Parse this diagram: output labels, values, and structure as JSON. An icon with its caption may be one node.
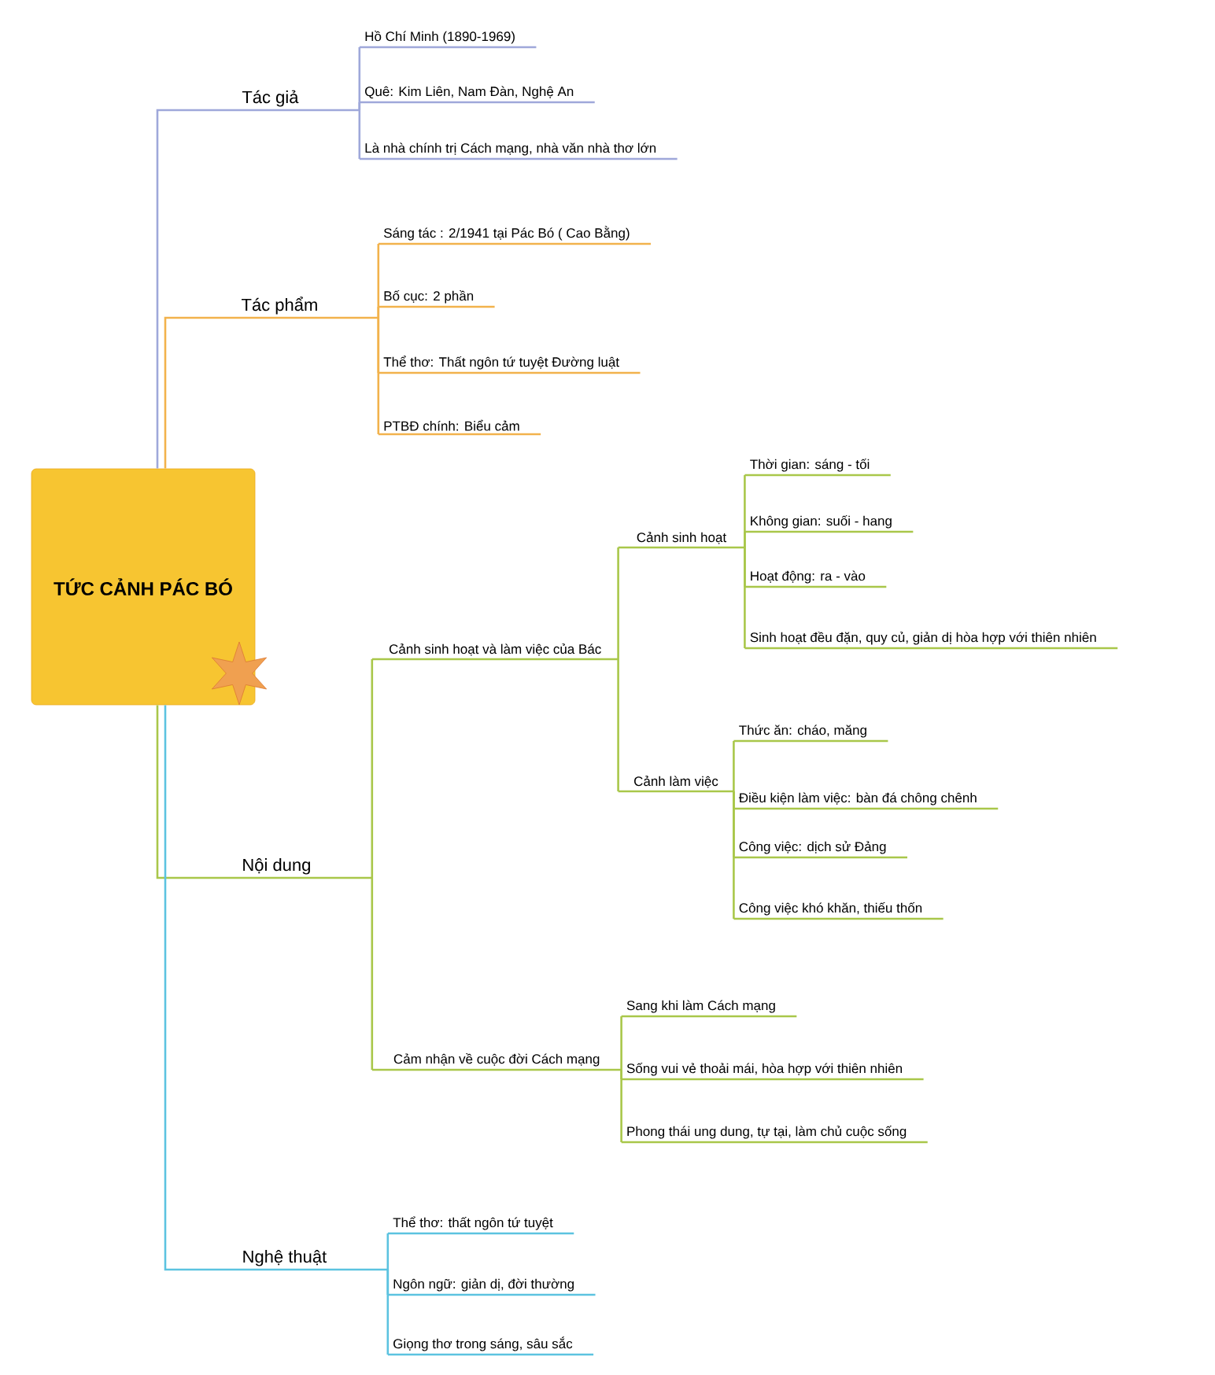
{
  "diagram": {
    "nodes": [
      {
        "text": [
          "TỨC CẢNH PÁC BÓ"
        ]
      },
      {
        "text": [
          "Tác giả"
        ]
      },
      {
        "text": [
          "Hồ Chí Minh (1890-1969)"
        ]
      },
      {
        "text": [
          "Quê: Kim Liên, Nam Đàn, Nghệ An"
        ]
      },
      {
        "text": [
          "Là nhà chính trị Cách mạng, nhà văn nhà thơ lớn"
        ]
      },
      {
        "text": [
          "Tác phẩm"
        ]
      },
      {
        "text": [
          "Sáng tác : 2/1941 tại Pác Bó ( Cao Bằng)"
        ]
      },
      {
        "text": [
          "Bố cục: 2 phần"
        ]
      },
      {
        "text": [
          "Thể thơ: Thất ngôn tứ tuyệt Đường luật"
        ]
      },
      {
        "text": [
          "PTBĐ chính: Biểu cảm"
        ]
      },
      {
        "text": [
          "Nội dung"
        ]
      },
      {
        "text": [
          "Cảnh sinh hoạt và làm việc của Bác"
        ]
      },
      {
        "text": [
          "Cảnh sinh hoạt"
        ]
      },
      {
        "text": [
          "Thời gian: sáng - tối"
        ]
      },
      {
        "text": [
          "Không gian: suối - hang"
        ]
      },
      {
        "text": [
          "Hoạt động: ra - vào"
        ]
      },
      {
        "text": [
          "Sinh hoạt đều đặn, quy củ, giản dị hòa hợp với thiên nhiên"
        ]
      },
      {
        "text": [
          "Cảnh làm việc"
        ]
      },
      {
        "text": [
          "Thức ăn: cháo, măng"
        ]
      },
      {
        "text": [
          "Điều kiện làm việc: bàn đá chông chênh"
        ]
      },
      {
        "text": [
          "Công việc: dịch sử Đảng"
        ]
      },
      {
        "text": [
          "Công việc khó khăn, thiếu thốn"
        ]
      },
      {
        "text": [
          "Cảm nhận về cuộc đời Cách mạng"
        ]
      },
      {
        "text": [
          "Sang khi làm Cách mạng"
        ]
      },
      {
        "text": [
          "Sống vui vẻ thoải mái, hòa hợp với thiên nhiên"
        ]
      },
      {
        "text": [
          "Phong thái ung dung, tự tại, làm chủ cuộc sống"
        ]
      },
      {
        "text": [
          "Nghệ thuật"
        ]
      },
      {
        "text": [
          "Thể thơ: thất ngôn tứ tuyệt"
        ]
      },
      {
        "text": [
          "Ngôn ngữ: giản dị, đời thường"
        ]
      },
      {
        "text": [
          "Giọng thơ trong sáng, sâu sắc"
        ]
      }
    ],
    "edges": [
      {
        "from": 0,
        "to": 1,
        "arrow": "none",
        "color": "#9fa8da"
      },
      {
        "from": 1,
        "to": 2,
        "arrow": "none",
        "color": "#9fa8da"
      },
      {
        "from": 1,
        "to": 3,
        "arrow": "none",
        "color": "#9fa8da"
      },
      {
        "from": 1,
        "to": 4,
        "arrow": "none",
        "color": "#9fa8da"
      },
      {
        "from": 0,
        "to": 5,
        "arrow": "none",
        "color": "#f2b24c"
      },
      {
        "from": 5,
        "to": 6,
        "arrow": "none",
        "color": "#f2b24c"
      },
      {
        "from": 5,
        "to": 7,
        "arrow": "none",
        "color": "#f2b24c"
      },
      {
        "from": 5,
        "to": 8,
        "arrow": "none",
        "color": "#f2b24c"
      },
      {
        "from": 5,
        "to": 9,
        "arrow": "none",
        "color": "#f2b24c"
      },
      {
        "from": 0,
        "to": 10,
        "arrow": "none"
      },
      {
        "from": 10,
        "to": 11,
        "arrow": "none"
      },
      {
        "from": 11,
        "to": 12,
        "arrow": "none"
      },
      {
        "from": 12,
        "to": 13,
        "arrow": "none"
      },
      {
        "from": 12,
        "to": 14,
        "arrow": "none"
      },
      {
        "from": 12,
        "to": 15,
        "arrow": "none"
      },
      {
        "from": 12,
        "to": 16,
        "arrow": "none"
      },
      {
        "from": 11,
        "to": 17,
        "arrow": "none"
      },
      {
        "from": 17,
        "to": 18,
        "arrow": "none"
      },
      {
        "from": 17,
        "to": 19,
        "arrow": "none"
      },
      {
        "from": 17,
        "to": 20,
        "arrow": "none"
      },
      {
        "from": 17,
        "to": 21,
        "arrow": "none"
      },
      {
        "from": 10,
        "to": 22,
        "arrow": "none"
      },
      {
        "from": 22,
        "to": 23,
        "arrow": "none"
      },
      {
        "from": 22,
        "to": 24,
        "arrow": "none"
      },
      {
        "from": 22,
        "to": 25,
        "arrow": "none"
      },
      {
        "from": 0,
        "to": 26,
        "arrow": "none",
        "color": "#5cc3e0"
      },
      {
        "from": 26,
        "to": 27,
        "arrow": "none",
        "color": "#5cc3e0"
      },
      {
        "from": 26,
        "to": 28,
        "arrow": "none",
        "color": "#5cc3e0"
      },
      {
        "from": 26,
        "to": 29,
        "arrow": "none",
        "color": "#5cc3e0"
      }
    ]
  }
}
